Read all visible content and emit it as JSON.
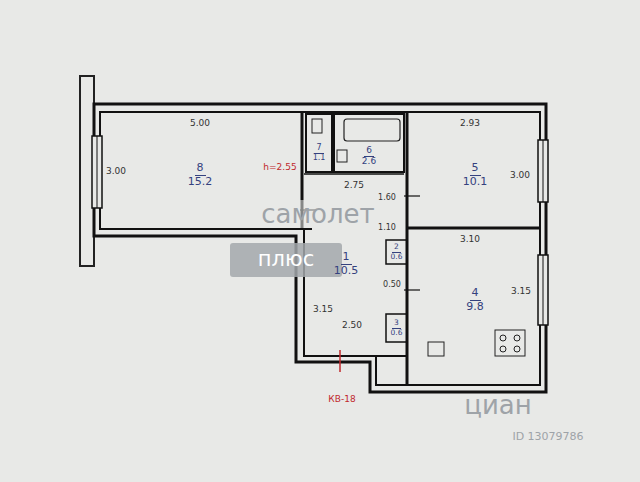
{
  "diagram": {
    "nodes": [
      {
        "text": [
          "8",
          "15.2"
        ]
      },
      {
        "text": [
          "7",
          "1.1"
        ]
      },
      {
        "text": [
          "6",
          "2.6"
        ]
      },
      {
        "text": [
          "5",
          "10.1"
        ]
      },
      {
        "text": [
          "1",
          "10.5"
        ]
      },
      {
        "text": [
          "2",
          "0.6"
        ]
      },
      {
        "text": [
          "4",
          "9.8"
        ]
      },
      {
        "text": [
          "3",
          "0.6"
        ]
      }
    ],
    "labels": [
      "5.00",
      "3.00",
      "h=2.55",
      "2.75",
      "1.60",
      "2.93",
      "3.00",
      "3.10",
      "1.10",
      "0.50",
      "3.15",
      "3.15",
      "2.50",
      "КВ-18",
      "самолет",
      "плюс",
      "циан",
      "ID 13079786"
    ]
  }
}
